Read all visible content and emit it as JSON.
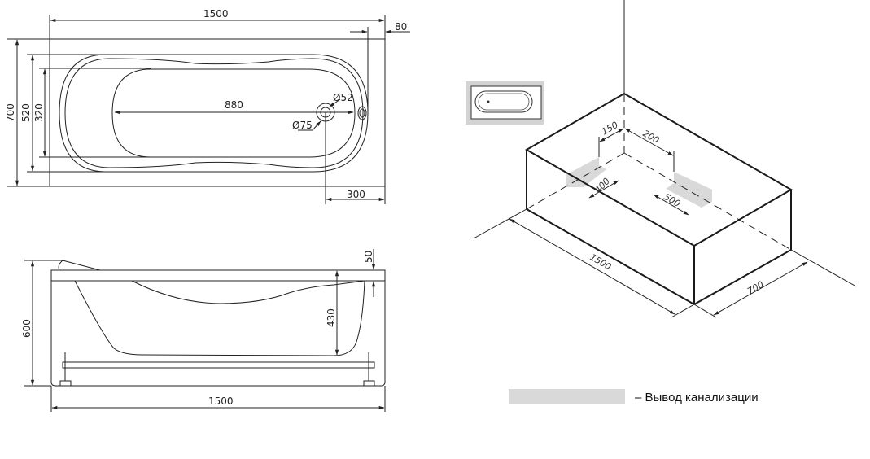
{
  "top_view": {
    "length": "1500",
    "overflow_offset": "80",
    "width": "700",
    "inner_width": "520",
    "bottom_width": "320",
    "bottom_length": "880",
    "overflow_diameter": "Ø52",
    "drain_diameter": "Ø75",
    "drain_offset": "300"
  },
  "side_view": {
    "height": "600",
    "rim": "50",
    "depth": "430",
    "length": "1500"
  },
  "iso_view": {
    "dim_150": "150",
    "dim_200": "200",
    "dim_400": "400",
    "dim_500": "500",
    "length": "1500",
    "width": "700"
  },
  "legend": {
    "label": "–  Вывод канализации",
    "swatch_color": "#d9d9d9"
  }
}
